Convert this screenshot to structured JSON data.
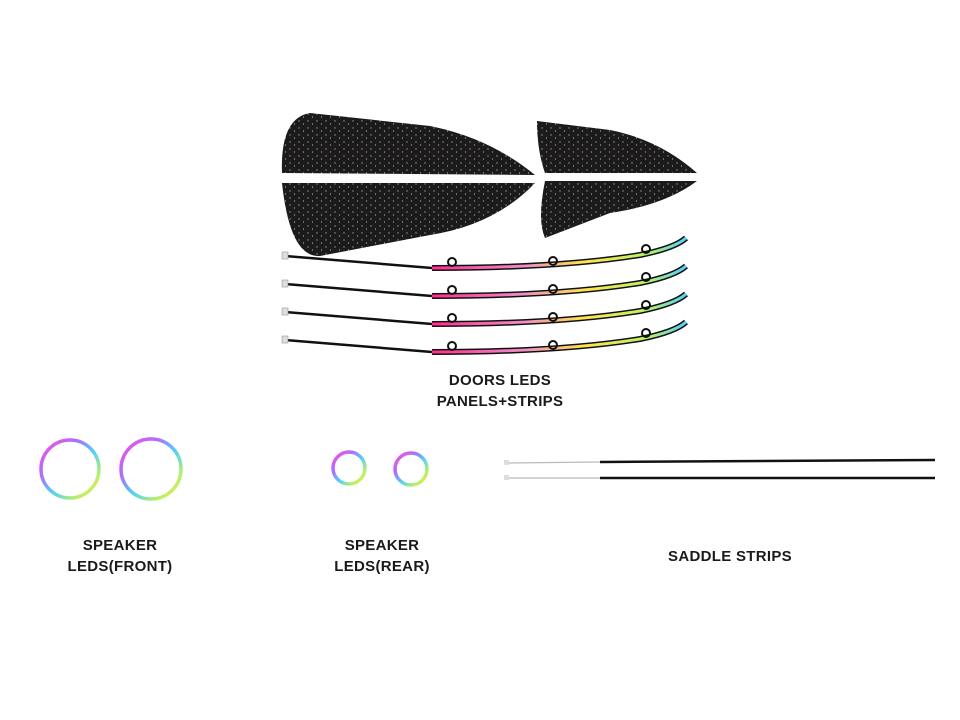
{
  "groups": {
    "doors": {
      "line1": "DOORS LEDS",
      "line2": "PANELS+STRIPS"
    },
    "front_speaker": {
      "line1": "SPEAKER",
      "line2": "LEDS(FRONT)"
    },
    "rear_speaker": {
      "line1": "SPEAKER",
      "line2": "LEDS(REAR)"
    },
    "saddle": {
      "line1": "SADDLE STRIPS"
    }
  },
  "colors": {
    "panel": "#1b1b1b",
    "wire": "#111111",
    "rgb_gradient": [
      "#ff2d8a",
      "#d86bd4",
      "#ffe34d",
      "#b8f06a",
      "#4fd0ff"
    ]
  }
}
